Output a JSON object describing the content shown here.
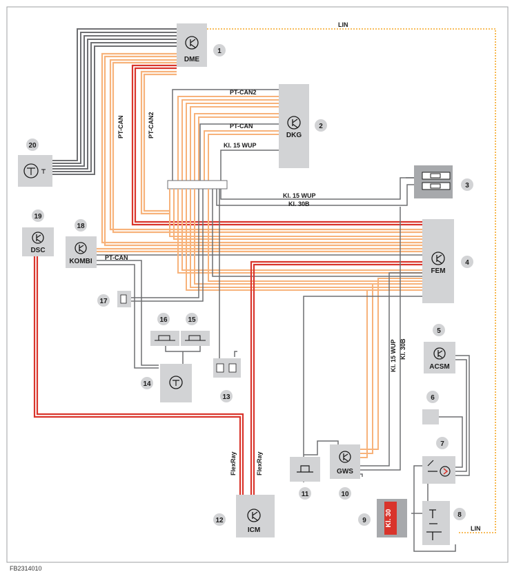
{
  "diagram": {
    "reference": "FB2314010",
    "colors": {
      "can": "#f7b27a",
      "flexray": "#d9342b",
      "ground": "#6d6e71",
      "lin": "#f5a623",
      "component": "#d2d3d5"
    },
    "components": [
      {
        "num": "1",
        "label": "DME"
      },
      {
        "num": "2",
        "label": "DKG"
      },
      {
        "num": "3",
        "label": ""
      },
      {
        "num": "4",
        "label": "FEM"
      },
      {
        "num": "5",
        "label": "ACSM"
      },
      {
        "num": "6",
        "label": ""
      },
      {
        "num": "7",
        "label": ""
      },
      {
        "num": "8",
        "label": ""
      },
      {
        "num": "9",
        "label": "Kl. 30"
      },
      {
        "num": "10",
        "label": "GWS"
      },
      {
        "num": "11",
        "label": ""
      },
      {
        "num": "12",
        "label": "ICM"
      },
      {
        "num": "13",
        "label": ""
      },
      {
        "num": "14",
        "label": ""
      },
      {
        "num": "15",
        "label": ""
      },
      {
        "num": "16",
        "label": ""
      },
      {
        "num": "17",
        "label": ""
      },
      {
        "num": "18",
        "label": "KOMBI"
      },
      {
        "num": "19",
        "label": "DSC"
      },
      {
        "num": "20",
        "label": ""
      }
    ],
    "wire_labels": {
      "lin_top": "LIN",
      "lin_bottom": "LIN",
      "pt_can2_top": "PT-CAN2",
      "pt_can_mid": "PT-CAN",
      "kl15wup_top": "Kl. 15 WUP",
      "kl15wup_mid": "Kl. 15 WUP",
      "kl30b_mid": "Kl. 30B",
      "pt_can_vertical": "PT-CAN",
      "pt_can2_vertical": "PT-CAN2",
      "pt_can_kombi": "PT-CAN",
      "kl15wup_vertical": "Kl. 15 WUP",
      "kl30b_vertical": "Kl. 30B",
      "flexray_left": "FlexRay",
      "flexray_right": "FlexRay"
    }
  }
}
